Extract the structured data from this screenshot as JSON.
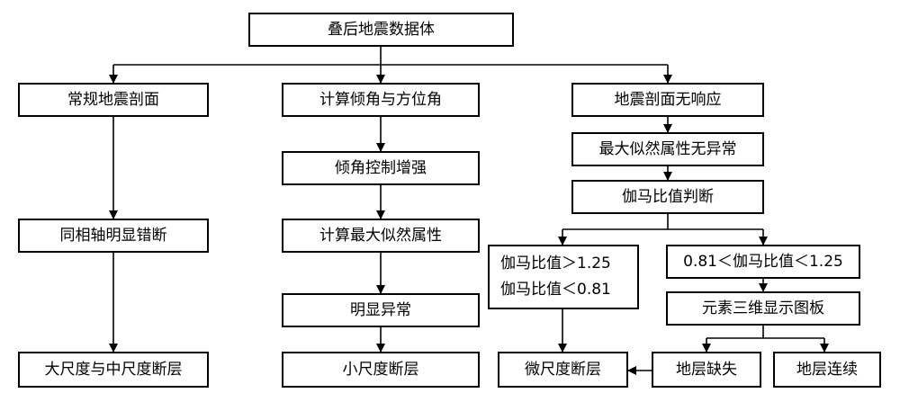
{
  "nodes": {
    "root": "叠后地震数据体",
    "conventional_section": "常规地震剖面",
    "calc_dip_azimuth": "计算倾角与方位角",
    "no_response": "地震剖面无响应",
    "event_offset": "同相轴明显错断",
    "large_medium_fault": "大尺度与中尺度断层",
    "dip_control": "倾角控制增强",
    "calc_max_likelihood": "计算最大似然属性",
    "obvious_anomaly": "明显异常",
    "small_fault": "小尺度断层",
    "ml_no_anomaly": "最大似然属性无异常",
    "gamma_judge": "伽马比值判断",
    "gamma_high": "伽马比值＞1.25",
    "gamma_low": "伽马比值＜0.81",
    "gamma_mid": "0.81＜伽马比值＜1.25",
    "element_3d": "元素三维显示图板",
    "micro_fault": "微尺度断层",
    "strata_missing": "地层缺失",
    "strata_continuous": "地层连续"
  }
}
